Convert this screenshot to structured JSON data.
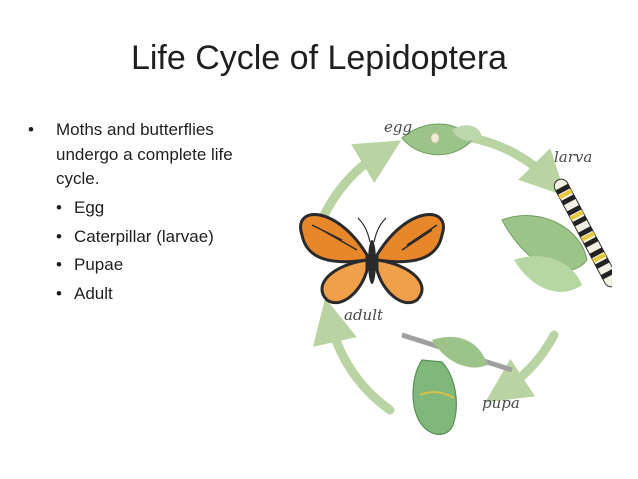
{
  "slide": {
    "title": "Life Cycle of Lepidoptera",
    "main_bullet": "Moths and butterflies undergo a complete life cycle.",
    "sub_bullets": [
      "Egg",
      "Caterpillar (larvae)",
      "Pupae",
      "Adult"
    ],
    "bullet_glyph": "•"
  },
  "diagram": {
    "labels": {
      "egg": "egg",
      "larva": "larva",
      "pupa": "pupa",
      "adult": "adult"
    },
    "colors": {
      "arrow": "#b9d4a2",
      "leaf": "#9cc48a",
      "wing_orange": "#e8862a",
      "wing_black": "#2a2a2a",
      "chrysalis": "#7fb87a"
    }
  }
}
